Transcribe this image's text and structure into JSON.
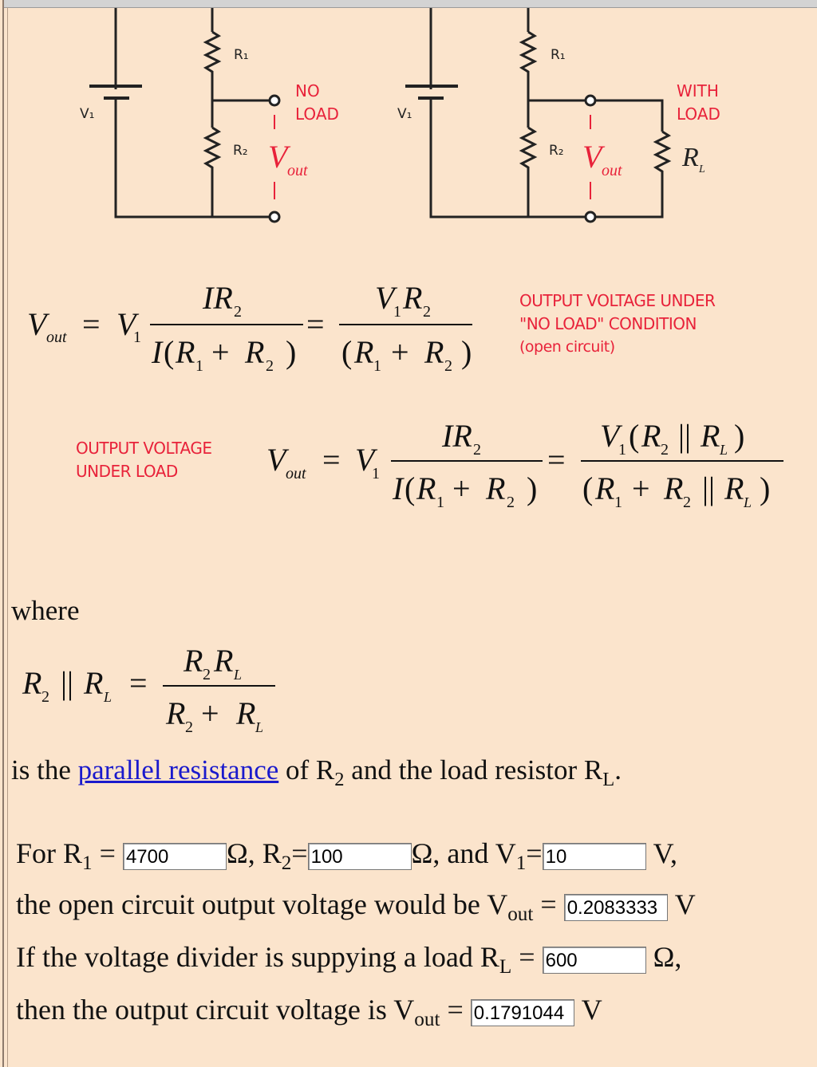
{
  "diagram": {
    "left": {
      "label_r1": "R₁",
      "label_r2": "R₂",
      "label_v1": "V₁",
      "vout_v": "V",
      "vout_sub": "out",
      "note_line1": "NO",
      "note_line2": "LOAD"
    },
    "right": {
      "label_r1": "R₁",
      "label_r2": "R₂",
      "label_v1": "V₁",
      "vout_v": "V",
      "vout_sub": "out",
      "note_line1": "WITH",
      "note_line2": "LOAD",
      "label_rl": "R",
      "label_rl_sub": "L"
    }
  },
  "formula1": {
    "note_line1": "OUTPUT VOLTAGE UNDER",
    "note_line2": "\"NO LOAD\" CONDITION",
    "note_line3": "(open circuit)"
  },
  "formula2": {
    "note_line1": "OUTPUT VOLTAGE",
    "note_line2": "UNDER LOAD"
  },
  "text": {
    "where": "where",
    "is_the": "is the ",
    "link": "parallel resistance",
    "of": " of R",
    "sub2": "2",
    "and_load": " and the load resistor R",
    "subL": "L",
    "period": "."
  },
  "calc": {
    "for_r1": "For R",
    "r1_value": "4700",
    "ohm_r2": "Ω, R",
    "r2_value": "100",
    "ohm_and_v1": "Ω, and V",
    "v1_value": "10",
    "v_unit": "V,",
    "open_text": "the open circuit output voltage would be V",
    "vout_open": "0.2083333",
    "v_unit2": "V",
    "load_text": "If the voltage divider is suppying a load R",
    "rl_value": "600",
    "ohm_comma": "Ω,",
    "then_text": "then the output circuit voltage is V",
    "vout_load": "0.1791044",
    "v_unit3": "V",
    "sub_out": "out",
    "sub_1": "1",
    "sub_2": "2",
    "sub_L": "L",
    "eq": " = "
  }
}
